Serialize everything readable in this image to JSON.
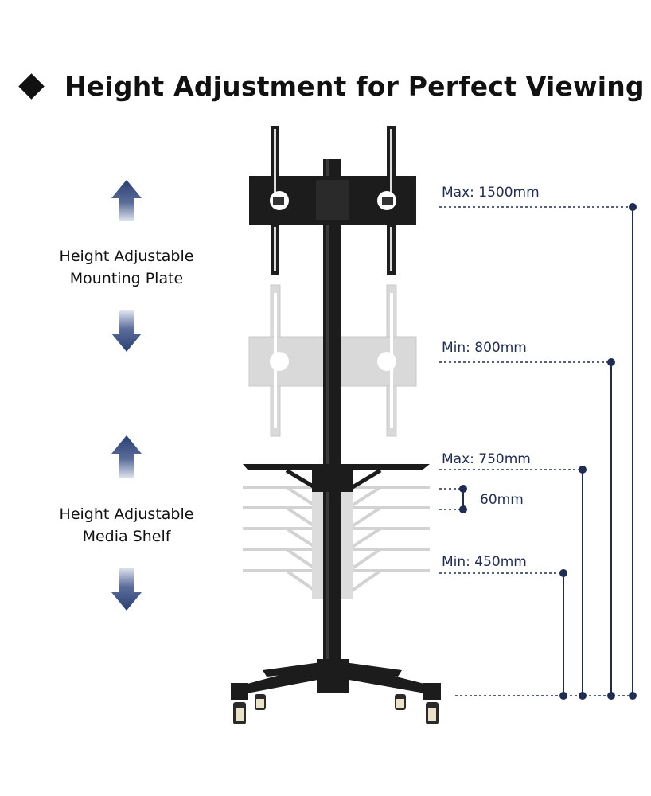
{
  "title": "Height Adjustment for Perfect Viewing",
  "plate_label": {
    "line1": "Height Adjustable",
    "line2": "Mounting Plate"
  },
  "shelf_label": {
    "line1": "Height Adjustable",
    "line2": "Media Shelf"
  },
  "measurements": {
    "max_plate": "Max: 1500mm",
    "min_plate": "Min: 800mm",
    "max_shelf": "Max: 750mm",
    "shelf_step": "60mm",
    "min_shelf": "Min: 450mm"
  },
  "colors": {
    "accent": "#1f2d54",
    "arrow_top": "#2b3f73",
    "arrow_fade": "#c8d1e3",
    "stand": "#1c1c1c",
    "ghost": "#d6d6d6"
  }
}
